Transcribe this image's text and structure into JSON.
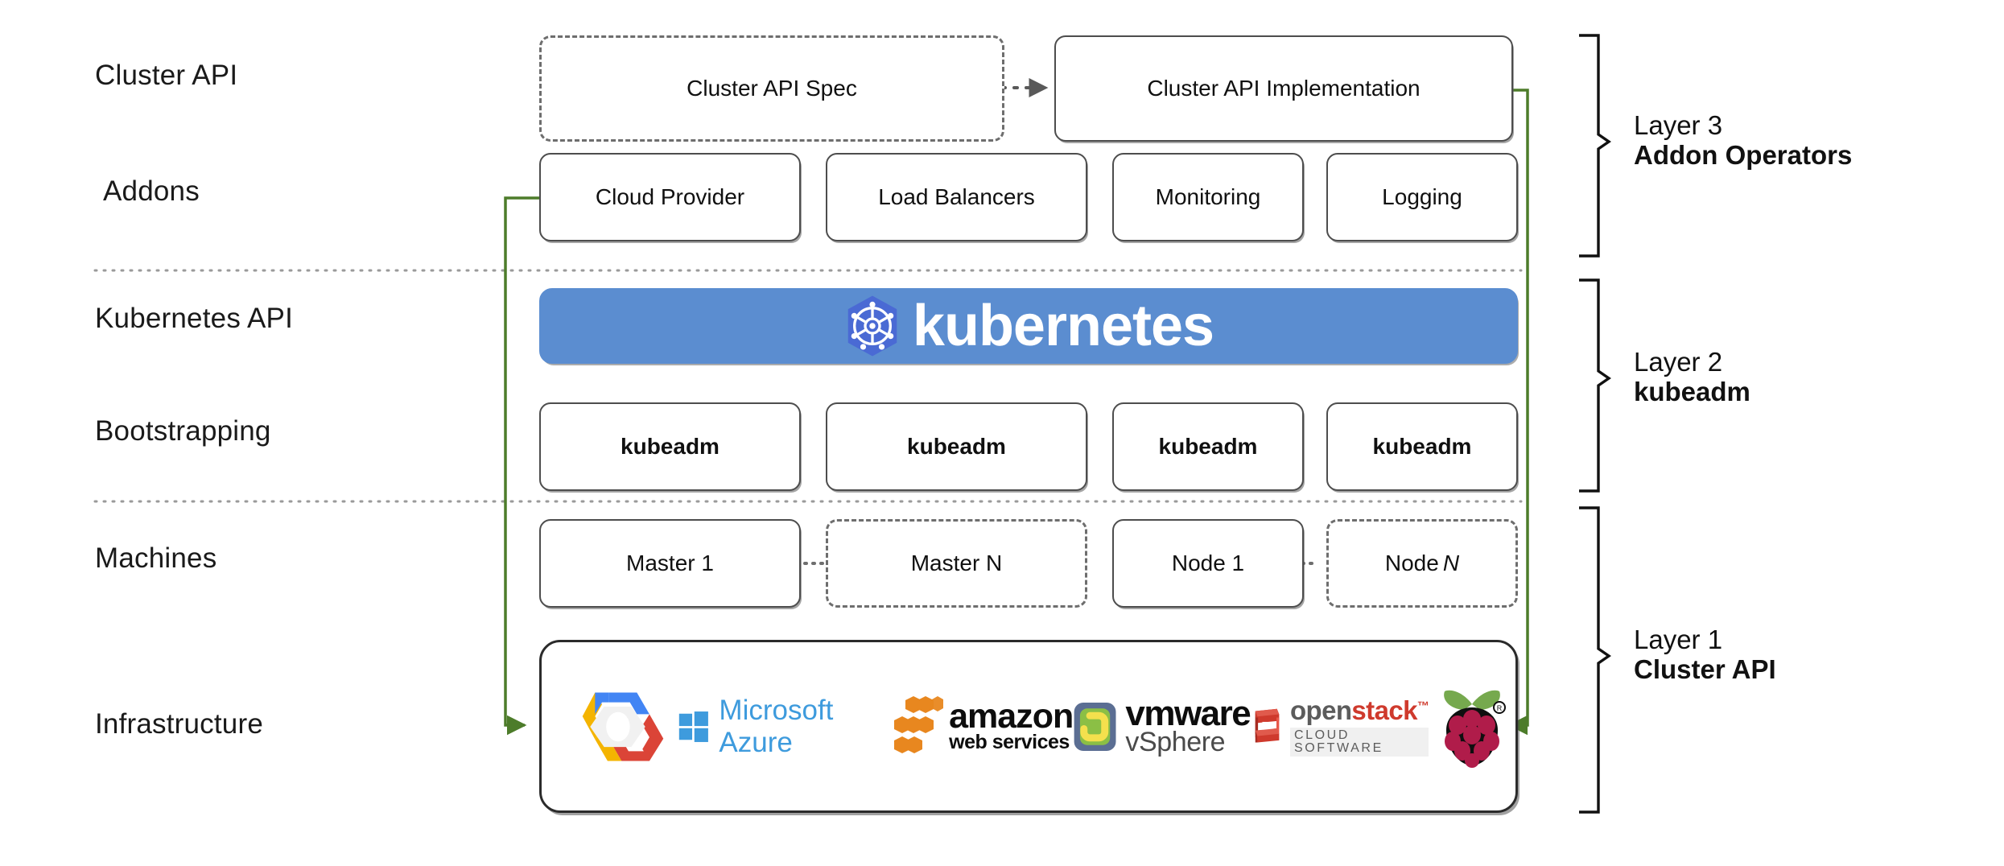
{
  "diagram": {
    "title": "Kubernetes Cluster API layered architecture",
    "accent_green": "#4d7c2a",
    "k8s_blue": "#5b8dd0",
    "k8s_logo_blue": "#4a6ad4",
    "dotted_separator_color": "#9a9a9a"
  },
  "row_labels": [
    {
      "id": "cluster-api",
      "text": "Cluster API"
    },
    {
      "id": "addons",
      "text": "Addons"
    },
    {
      "id": "kubernetes-api",
      "text": "Kubernetes API"
    },
    {
      "id": "bootstrapping",
      "text": "Bootstrapping"
    },
    {
      "id": "machines",
      "text": "Machines"
    },
    {
      "id": "infrastructure",
      "text": "Infrastructure"
    }
  ],
  "cluster_api_row": {
    "spec": {
      "label": "Cluster API Spec",
      "style": "dashed"
    },
    "implementation": {
      "label": "Cluster API Implementation",
      "style": "solid"
    }
  },
  "addons_row": [
    {
      "label": "Cloud Provider",
      "style": "solid"
    },
    {
      "label": "Load Balancers",
      "style": "solid"
    },
    {
      "label": "Monitoring",
      "style": "solid"
    },
    {
      "label": "Logging",
      "style": "solid"
    }
  ],
  "kubernetes_banner": {
    "wordmark": "kubernetes",
    "logo_name": "kubernetes-helm-wheel-logo"
  },
  "bootstrapping_row": [
    {
      "label": "kubeadm",
      "style": "solid",
      "bold": true
    },
    {
      "label": "kubeadm",
      "style": "solid",
      "bold": true
    },
    {
      "label": "kubeadm",
      "style": "solid",
      "bold": true
    },
    {
      "label": "kubeadm",
      "style": "solid",
      "bold": true
    }
  ],
  "machines_row": [
    {
      "label": "Master 1",
      "italic_suffix": "",
      "style": "solid"
    },
    {
      "label": "Master N",
      "italic_suffix": "",
      "style": "dashed"
    },
    {
      "label": "Node 1",
      "italic_suffix": "",
      "style": "solid"
    },
    {
      "label": "Node",
      "italic_suffix": "N",
      "style": "dashed"
    }
  ],
  "infrastructure_logos": [
    {
      "name": "google-cloud-platform-logo",
      "alt": "Google Cloud Platform"
    },
    {
      "name": "microsoft-azure-logo",
      "alt": "Microsoft Azure",
      "text": "Microsoft Azure"
    },
    {
      "name": "amazon-web-services-logo",
      "alt": "amazon web services",
      "text_primary": "amazon",
      "text_secondary": "web services"
    },
    {
      "name": "vmware-vsphere-logo",
      "alt": "vmware vSphere",
      "text_primary": "vmware",
      "text_secondary": "vSphere"
    },
    {
      "name": "openstack-logo",
      "alt": "openstack cloud software",
      "text_primary": "open",
      "text_accent": "stack",
      "text_secondary": "CLOUD SOFTWARE"
    },
    {
      "name": "raspberry-pi-logo",
      "alt": "Raspberry Pi"
    }
  ],
  "layers": [
    {
      "id": "layer-3",
      "name": "Layer 3",
      "subject": "Addon Operators"
    },
    {
      "id": "layer-2",
      "name": "Layer 2",
      "subject": "kubeadm"
    },
    {
      "id": "layer-1",
      "name": "Layer 1",
      "subject": "Cluster API"
    }
  ]
}
